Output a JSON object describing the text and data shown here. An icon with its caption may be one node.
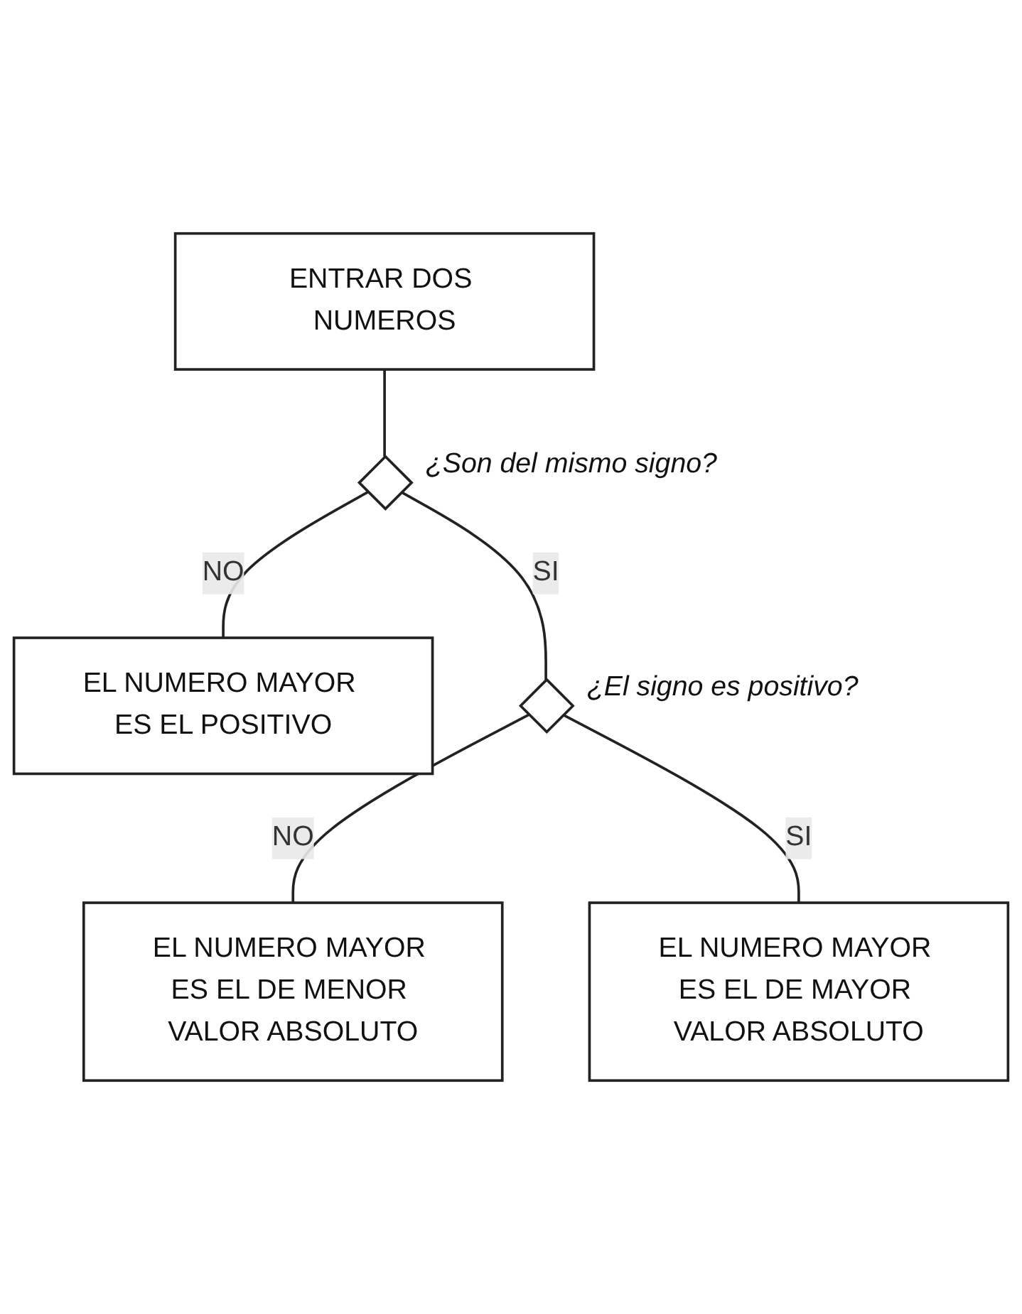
{
  "diagram": {
    "nodes": [
      {
        "text": [
          "ENTRAR DOS NUMEROS"
        ]
      },
      {
        "text": [],
        "shape": "diamond",
        "beside": [
          "¿Son del mismo signo?"
        ]
      },
      {
        "text": [
          "EL NUMERO MAYOR ES EL POSITIVO"
        ]
      },
      {
        "text": [],
        "shape": "diamond",
        "beside": [
          "¿El signo es positivo?"
        ]
      },
      {
        "text": [
          "EL NUMERO MAYOR ES EL DE MENOR VALOR ABSOLUTO"
        ]
      },
      {
        "text": [
          "EL NUMERO MAYOR ES EL DE MAYOR VALOR ABSOLUTO"
        ]
      }
    ],
    "edges": [
      {
        "from": 0,
        "to": 1,
        "arrow": "none"
      },
      {
        "from": 1,
        "to": 2,
        "arrow": "none",
        "label": "NO"
      },
      {
        "from": 1,
        "to": 3,
        "arrow": "none",
        "label": "SI"
      },
      {
        "from": 3,
        "to": 4,
        "arrow": "none",
        "label": "NO"
      },
      {
        "from": 3,
        "to": 5,
        "arrow": "none",
        "label": "SI"
      }
    ]
  }
}
